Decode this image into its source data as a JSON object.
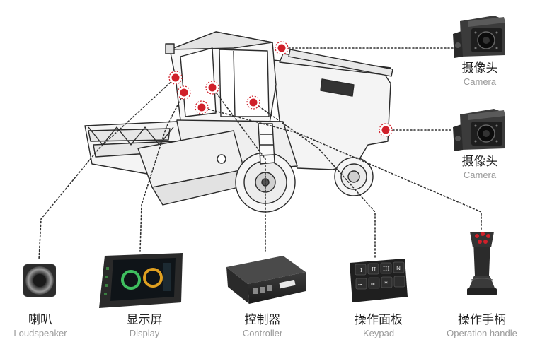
{
  "colors": {
    "marker": "#d0202a",
    "line": "#333333",
    "label_zh": "#222222",
    "label_en": "#9a9a9a"
  },
  "components": {
    "camera_top": {
      "zh": "摄像头",
      "en": "Camera"
    },
    "camera_bottom": {
      "zh": "摄像头",
      "en": "Camera"
    },
    "loudspeaker": {
      "zh": "喇叭",
      "en": "Loudspeaker"
    },
    "display": {
      "zh": "显示屏",
      "en": "Display"
    },
    "controller": {
      "zh": "控制器",
      "en": "Controller"
    },
    "keypad": {
      "zh": "操作面板",
      "en": "Keypad",
      "keys": [
        "I",
        "II",
        "III",
        "N"
      ]
    },
    "handle": {
      "zh": "操作手柄",
      "en": "Operation handle"
    }
  },
  "icons": [
    "camera-icon",
    "loudspeaker-icon",
    "display-icon",
    "controller-icon",
    "keypad-icon",
    "joystick-icon",
    "harvester-illustration"
  ]
}
